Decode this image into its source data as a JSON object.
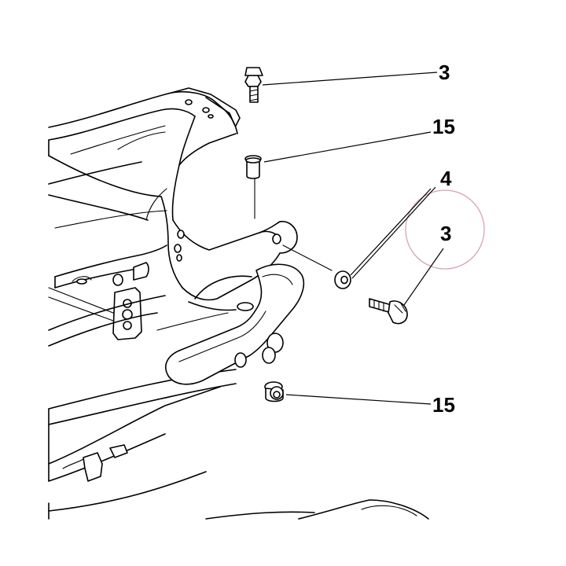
{
  "diagram": {
    "callouts": [
      {
        "id": "bolt-top",
        "label": "3"
      },
      {
        "id": "bushing-top",
        "label": "15"
      },
      {
        "id": "washer",
        "label": "4"
      },
      {
        "id": "bolt-side",
        "label": "3"
      },
      {
        "id": "bushing-bottom",
        "label": "15"
      }
    ],
    "highlight": {
      "target": "bolt-side",
      "color": "#d9a3ad"
    },
    "line_color": "#000000",
    "background": "#ffffff"
  }
}
